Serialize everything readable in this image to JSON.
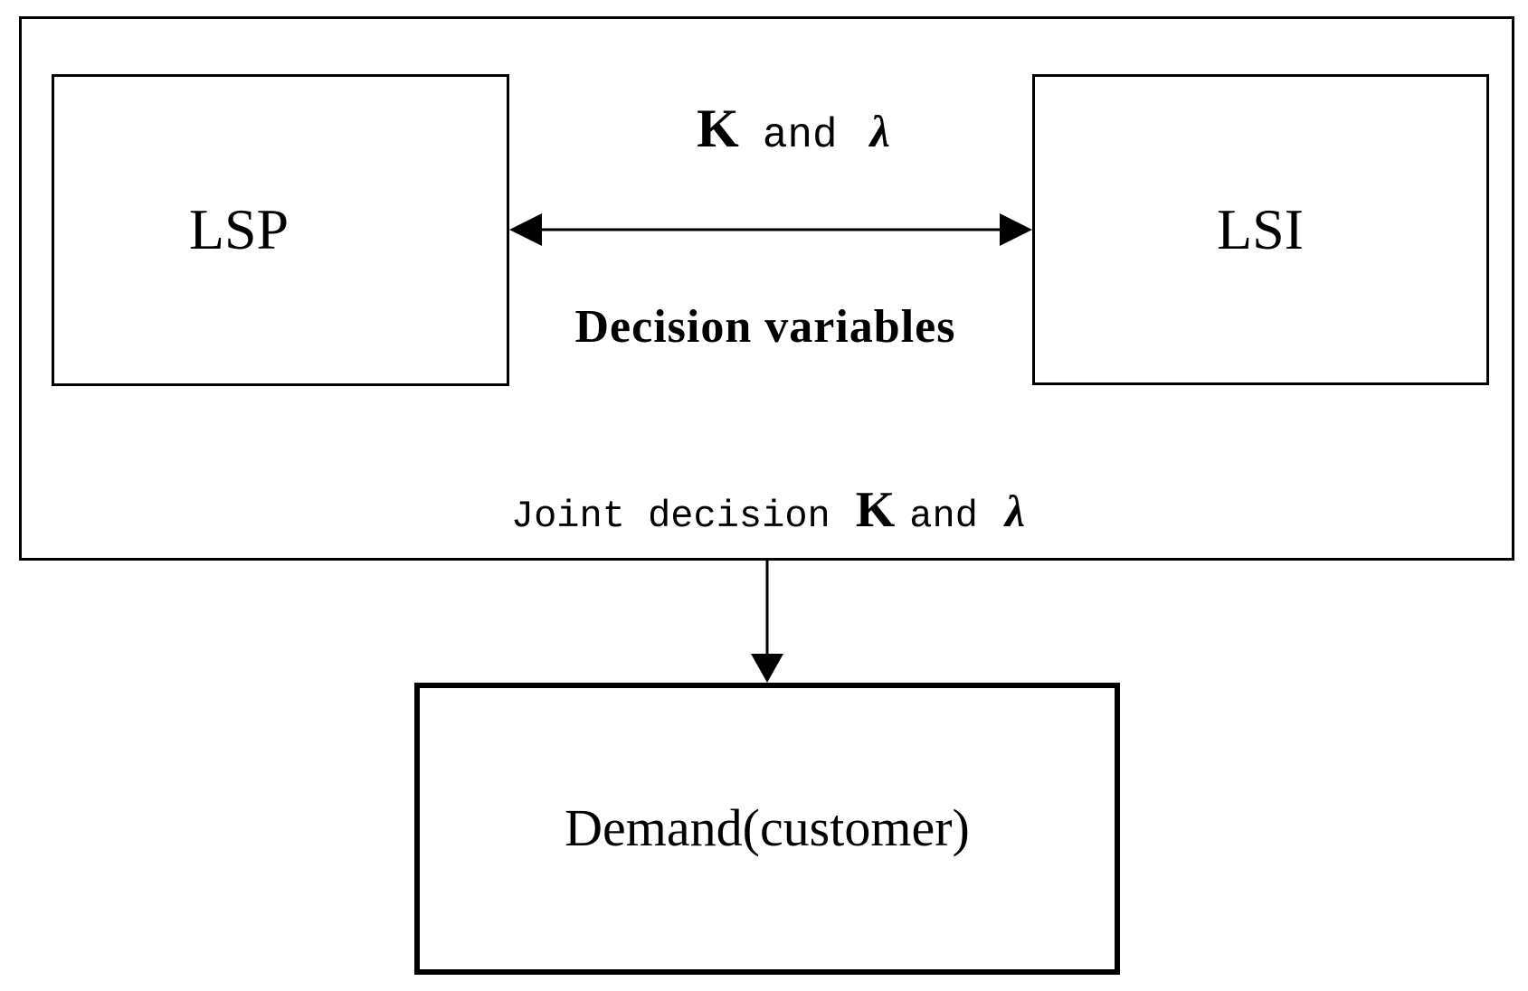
{
  "colors": {
    "ink": "#000000",
    "background": "#ffffff"
  },
  "nodes": {
    "lsp": {
      "label": "LSP"
    },
    "lsi": {
      "label": "LSI"
    },
    "demand": {
      "label": "Demand(customer)"
    }
  },
  "arrow_labels": {
    "top": {
      "k": "K",
      "and": "and",
      "lambda": "λ"
    },
    "bottom": "Decision variables"
  },
  "joint_decision": {
    "prefix": "Joint decision",
    "k": "K",
    "and": "and",
    "lambda": "λ"
  }
}
